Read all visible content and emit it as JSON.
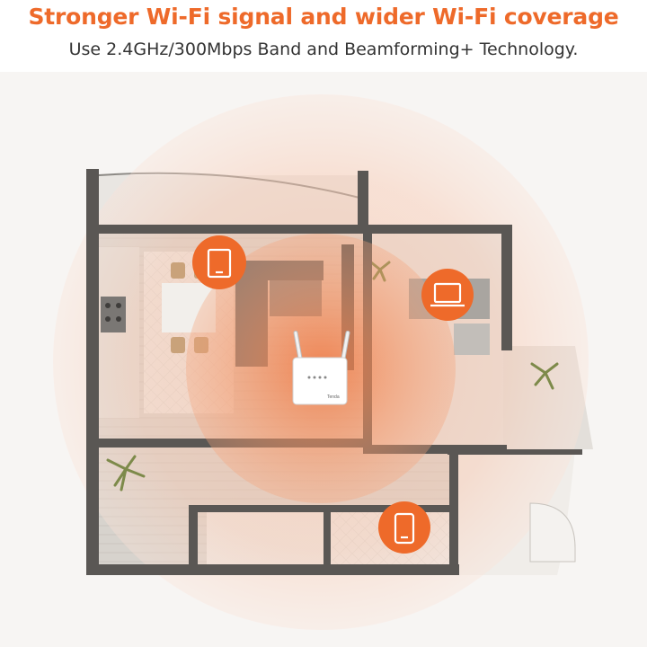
{
  "header": {
    "title": "Stronger Wi-Fi signal and wider Wi-Fi coverage",
    "subtitle": "Use 2.4GHz/300Mbps Band and Beamforming+ Technology."
  },
  "router": {
    "brand": "Tenda"
  },
  "devices": [
    {
      "name": "tablet",
      "icon": "tablet-icon"
    },
    {
      "name": "laptop",
      "icon": "laptop-icon"
    },
    {
      "name": "phone",
      "icon": "phone-icon"
    }
  ],
  "colors": {
    "accent": "#ee6a2a",
    "title": "#ee6a2a",
    "wall": "#5a5754",
    "floor": "#d9d6d1"
  }
}
